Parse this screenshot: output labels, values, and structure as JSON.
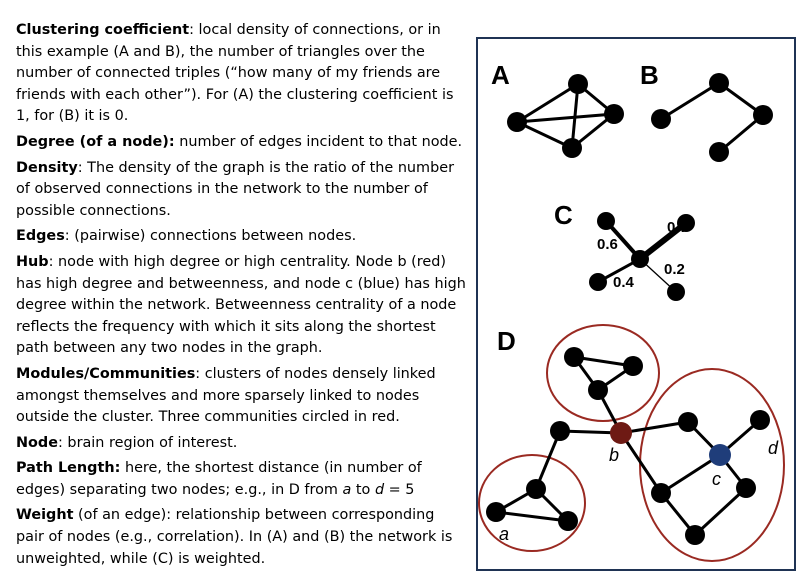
{
  "glossary": [
    {
      "id": "clustering",
      "term": "Clustering coefficient",
      "sep": ":",
      "text": " local density of connections, or in this example (A and B), the number of triangles over the number of connected triples (“how many of my friends are friends with each other”). For (A) the clustering coefficient is 1, for (B) it is 0."
    },
    {
      "id": "degree",
      "term": "Degree (of a node):",
      "sep": "",
      "text": " number of edges incident to that node."
    },
    {
      "id": "density",
      "term": "Density",
      "sep": ":",
      "text": " The density of the graph is the ratio of the number of observed connections in the network to the number of possible connections."
    },
    {
      "id": "edges",
      "term": "Edges",
      "sep": ":",
      "text": " (pairwise) connections between nodes."
    },
    {
      "id": "hub",
      "term": "Hub",
      "sep": ":",
      "text": " node with high degree or high centrality. Node b (red) has high degree and betweenness, and node c (blue) has high degree within the network. Betweenness centrality of a node reflects the frequency with which it sits along the shortest path between any two nodes in the graph."
    },
    {
      "id": "modules",
      "term": "Modules/Communities",
      "sep": ":",
      "text": "  clusters of nodes densely linked amongst themselves and more sparsely linked to nodes outside the cluster. Three communities circled in red."
    },
    {
      "id": "node",
      "term": "Node",
      "sep": ":",
      "text": " brain region of interest."
    },
    {
      "id": "path",
      "term": "Path Length:",
      "sep": "",
      "text": " here, the shortest distance (in number of edges) separating two nodes; e.g., in D from ",
      "var1": "a",
      "mid": " to ",
      "var2": "d",
      "tail": " = 5"
    },
    {
      "id": "weight",
      "term": "Weight",
      "sep": "",
      "text": " (of an edge): relationship between corresponding pair of nodes (e.g., correlation). In (A) and (B) the network is unweighted, while (C) is weighted."
    }
  ],
  "figure": {
    "panel_labels": {
      "a": "A",
      "b": "B",
      "c": "C",
      "d": "D"
    },
    "weights": {
      "w07": "0.7",
      "w06": "0.6",
      "w04": "0.4",
      "w02": "0.2"
    },
    "node_labels": {
      "a": "a",
      "b": "b",
      "c": "c",
      "d": "d"
    },
    "colors": {
      "node": "#000000",
      "hub_b": "#6e1a14",
      "hub_c": "#1f3d7a",
      "community": "#9a2a22",
      "frame": "#1f3354"
    }
  }
}
